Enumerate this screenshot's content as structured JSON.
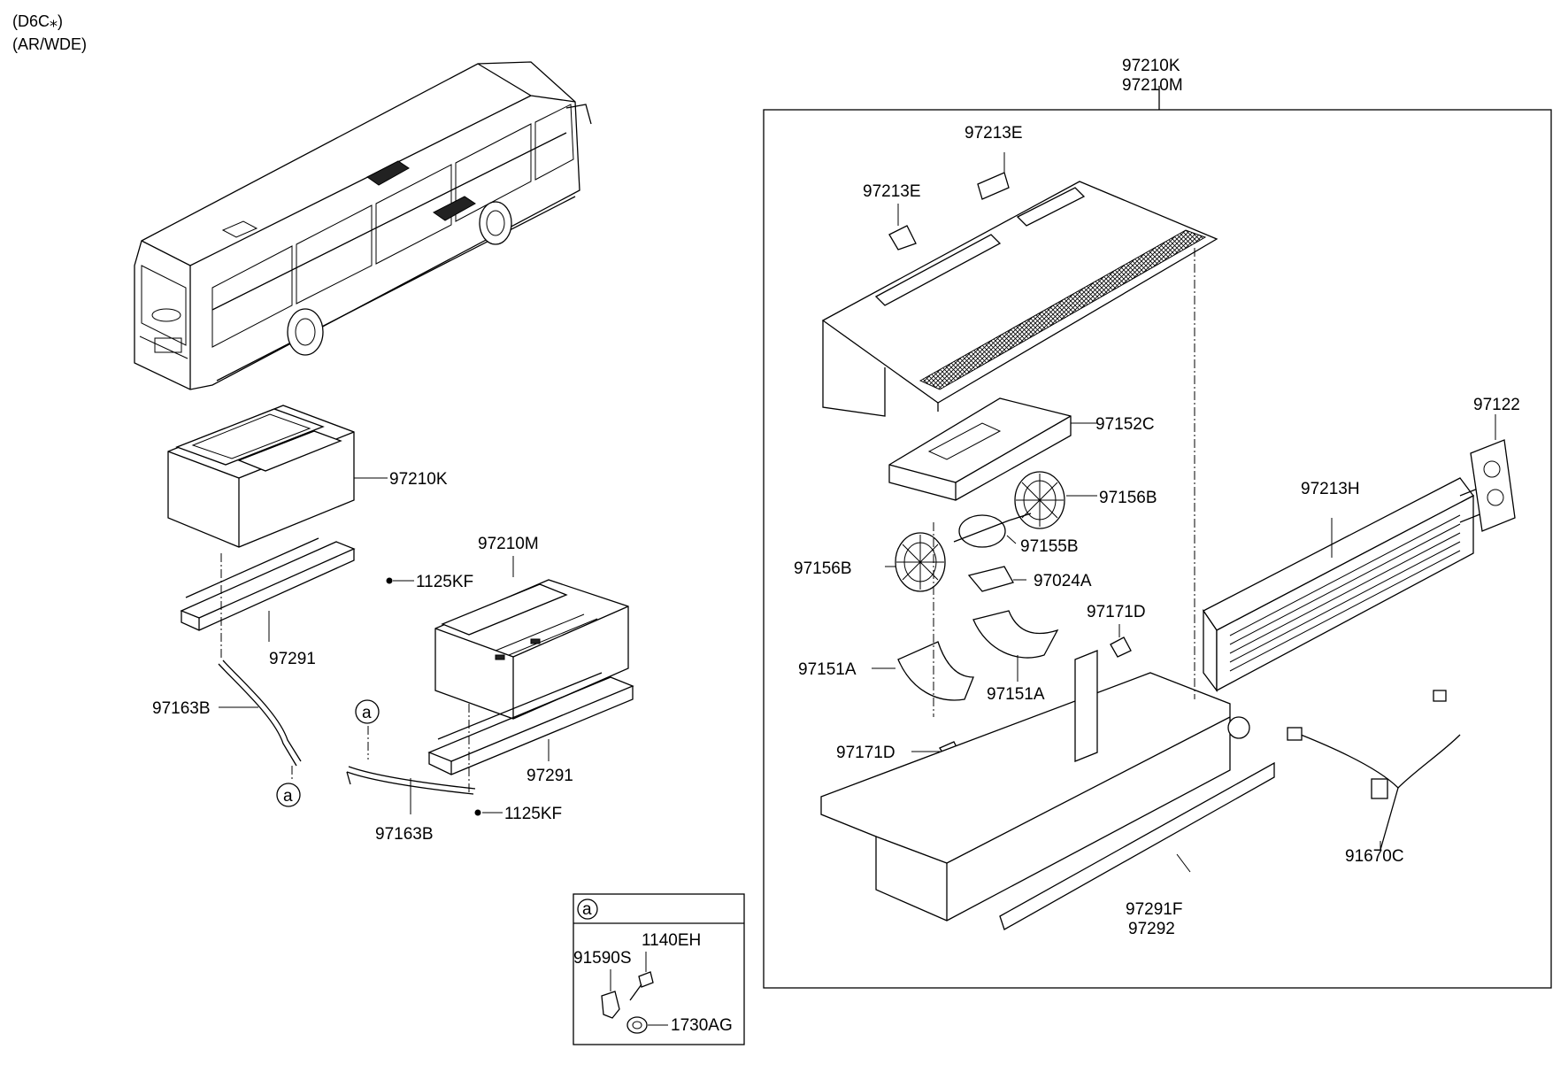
{
  "header": {
    "line1": "(D6C⁎)",
    "line2": "(AR/WDE)"
  },
  "callouts": {
    "assembly_k": "97210K",
    "assembly_m": "97210M",
    "cover_clip_upper": "97213E",
    "cover_clip_lower": "97213E",
    "blower_housing": "97152C",
    "gasket": "97122",
    "heater_core": "97213H",
    "fan_right": "97156B",
    "motor": "97155B",
    "fan_left": "97156B",
    "motor_clamp": "97024A",
    "resistor_upper": "97171D",
    "scroll_left": "97151A",
    "scroll_right": "97151A",
    "resistor_lower": "97171D",
    "harness": "91670C",
    "case_f": "97291F",
    "case_cover": "97292",
    "unit_k": "97210K",
    "unit_m": "97210M",
    "bolt_upper": "1125KF",
    "bolt_lower": "1125KF",
    "bracket_left": "97291",
    "bracket_right": "97291",
    "hose_left": "97163B",
    "hose_right": "97163B",
    "marker_a_left": "a",
    "marker_a_mid": "a"
  },
  "detail_box": {
    "marker": "a",
    "bolt": "1140EH",
    "clip": "91590S",
    "grommet": "1730AG"
  }
}
